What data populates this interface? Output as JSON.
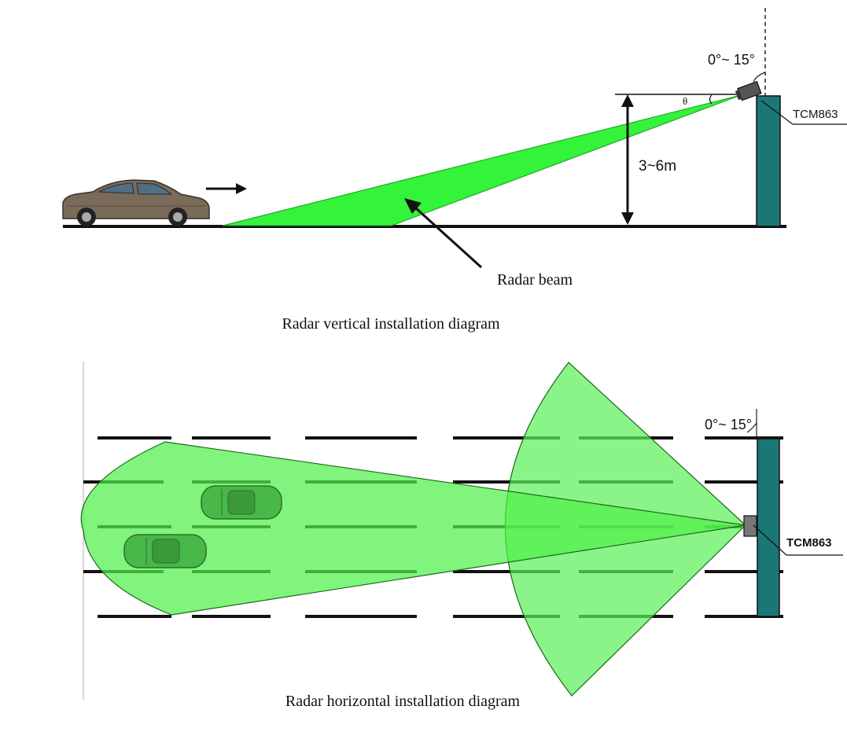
{
  "vertical": {
    "angle_label": "0°~ 15°",
    "device_label": "TCM863",
    "height_label": "3~6m",
    "theta_label": "θ",
    "beam_label": "Radar beam",
    "caption": "Radar vertical installation diagram"
  },
  "horizontal": {
    "angle_label": "0°~ 15°",
    "device_label": "TCM863",
    "caption": "Radar horizontal installation diagram"
  },
  "colors": {
    "beam_green": "#33f33a",
    "beam_green_light": "#7ef078",
    "pole_teal": "#1b7676",
    "road_line": "#111111"
  }
}
